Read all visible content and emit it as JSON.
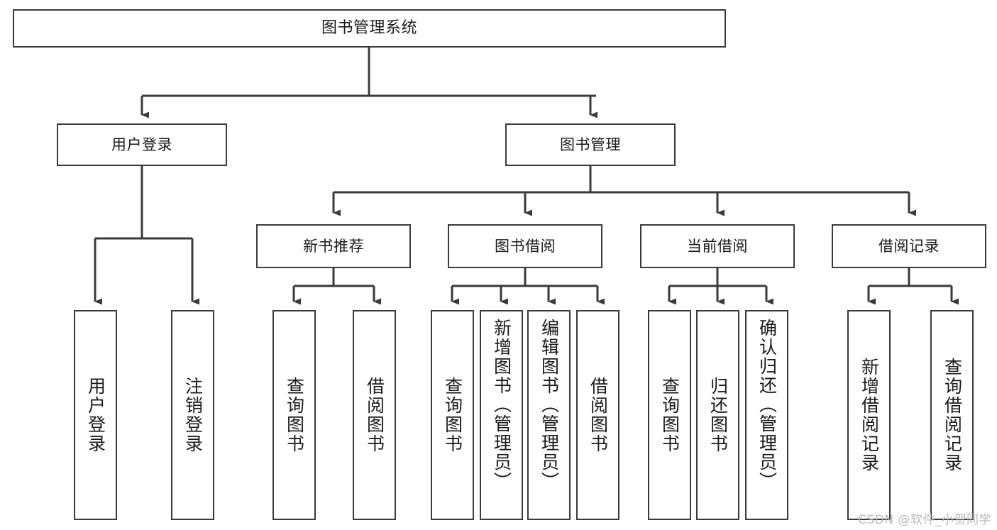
{
  "diagram": {
    "title": "图书管理系统",
    "watermark": "CSDN @软件_小贺同学",
    "nodes": {
      "root": "图书管理系统",
      "user_login": "用户登录",
      "book_manage": "图书管理",
      "new_book_rec": "新书推荐",
      "book_borrow": "图书借阅",
      "current_borrow": "当前借阅",
      "borrow_record": "借阅记录",
      "leaf_user_login": "用户登录",
      "leaf_logout": "注销登录",
      "leaf_query_book_1": "查询图书",
      "leaf_borrow_book_1": "借阅图书",
      "leaf_query_book_2": "查询图书",
      "leaf_add_book_admin": "新增图书（管理员）",
      "leaf_edit_book_admin": "编辑图书（管理员）",
      "leaf_borrow_book_2": "借阅图书",
      "leaf_query_book_3": "查询图书",
      "leaf_return_book": "归还图书",
      "leaf_confirm_return_admin": "确认归还（管理员）",
      "leaf_add_record": "新增借阅记录",
      "leaf_query_record": "查询借阅记录"
    },
    "colors": {
      "stroke": "#3a3a3a",
      "fill": "#ffffff",
      "text": "#1a1a1a",
      "watermark": "#b9b9b9"
    }
  }
}
